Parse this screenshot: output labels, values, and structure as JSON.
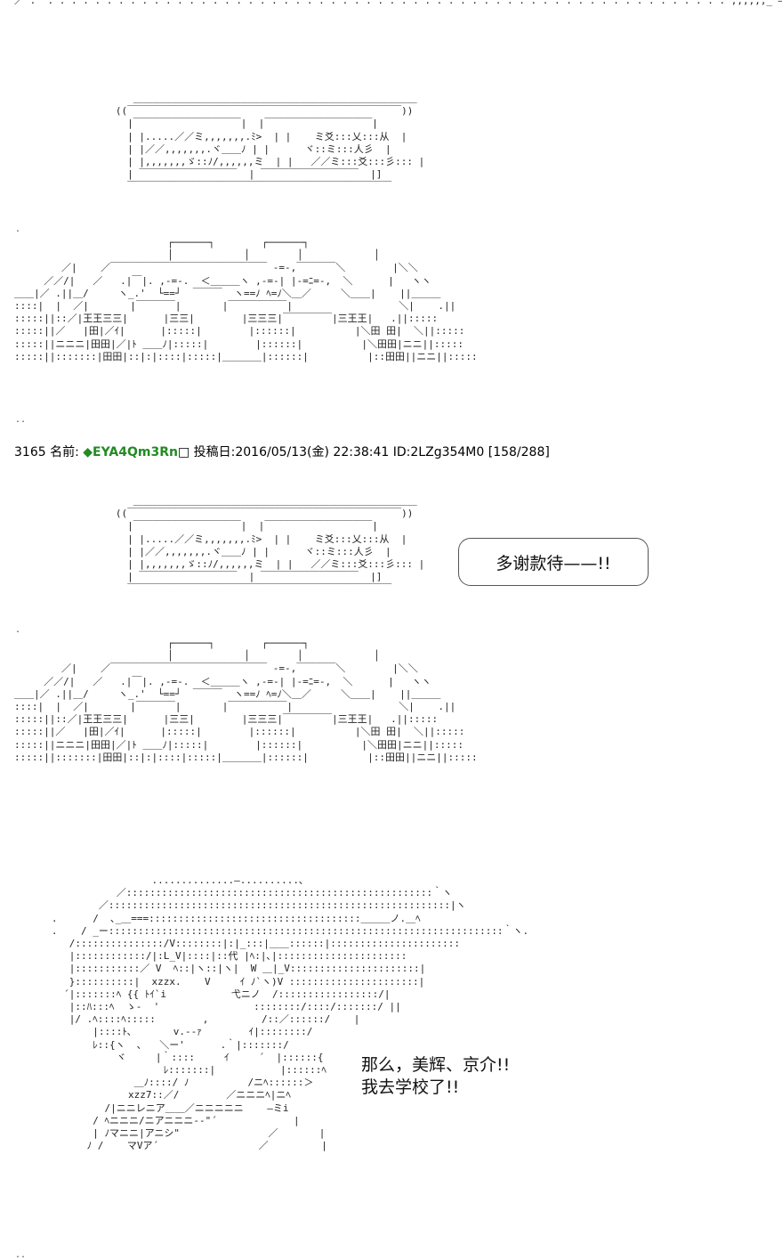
{
  "post": {
    "number": "3165",
    "name_label": "名前:",
    "trip": "◆EYA4Qm3Rn",
    "box": "□",
    "date_label": "投稿日:2016/05/13(金) 22:38:41",
    "id": "ID:2LZg354M0",
    "count": "[158/288]"
  },
  "bubble": {
    "text": "多谢款待——!!"
  },
  "speech": {
    "line1": "那么，美辉、京介!!",
    "line2": "我去学校了!!"
  },
  "top_fragment": "／ :  : : : : : : : : : : : : : : : : : : : : : : : : : : : : : : : : : : : : : : : : : : : : : : : : : : : : : : : : : : ,,,,,,_ ―",
  "aa_window": "      ＿＿＿＿＿＿＿＿＿＿＿＿＿＿＿＿＿＿＿＿＿＿＿＿＿＿＿＿＿\n   ((￣￣￣￣￣￣￣￣￣￣￣￣￣￣￣￣￣￣￣￣￣￣￣￣￣￣￣￣))\n     |￣￣￣￣￣￣￣￣￣￣￣|  |￣￣￣￣￣￣￣￣￣￣￣|\n     | |.....／／ミ,,,,,,,.ﾐ>  | |    ミ爻:::乂:::从  |\n     | |／／,,,,,,,.ヾ＿＿ﾉ | |      ヾ::ミ:::人彡  |\n     | |,,,,,,,ゞ::ﾉ/,,,,,,ミ  | |   ／／ミ:::爻:::彡::: |\n     | ￣￣￣￣￣￣￣￣￣￣  | ￣￣￣￣￣￣￣￣￣￣  |]\n     ￣￣￣￣￣￣￣￣￣￣￣￣￣￣￣￣￣￣￣￣￣￣￣￣￣￣￣",
  "aa_table": "                          ┌──────┐        ┌──────┐\n                          │            │        │            │\n        ／|    ／￣￣￣￣￣￣￣￣￣￣￣￣￣￣￣￣ -=-,￣￣￣￣＼        |＼＼\n     ／／/|   ／   .|￣|. ,-=-.  ＜＿＿＿ヽ ,-=-| |-=ﾆ=-,  ＼      |   ヽヽ\n＿＿|／ .||＿/     ヽ_.'  └==┘  ￣￣￣  ヽ==ﾉ ﾍ=ﾉ＼＿／     ＼＿＿|    ||＿＿＿\n::::|  |  ／|       |￣￣￣￣|       |￣￣￣￣￣￣|                  ＼|    .||\n:::::||::／|王王三三|      |三三|        |三三三|￣￣￣￣￣|三王王|   .||:::::\n:::::||／   |田|／ｲ|      |:::::|        |::::::|          |＼田 田|  ＼||:::::\n:::::||ニニニ|田田|／|ﾄ ＿＿ﾉ|:::::|        |::::::|          |＼田田|ニニ||:::::\n:::::||:::::::|田田|::|:|::::|:::::|＿＿＿＿|::::::|          |::田田||ニニ||:::::",
  "aa_girl": "                    ..............―..........､\n              ／::::::::::::::::::::::::::::::::::::::::::::::::::::｀ヽ\n           ／::::::::::::::::::::::::::::::::::::::::::::::::::::::::::|ヽ\n   .      /  ､_＿===::::::::::::::::::::::::::::::::::::＿＿＿ノ.＿ﾍ\n   .    / _ー:::::::::::::::::::::::::::::::::::::::::::::::::::::::::::::::::::｀ヽ.\n      /:::::::::::::::/V::::::::|:|_:::|＿＿::::::|::::::::::::::::::::::\n      |::::::::::::/|:L_V|::::|::代 |ﾍ:|､|::::::::::::::::::::::\n      |:::::::::::／ V  ﾍ::|ヽ::|ヽ|  W ＿|_V::::::::::::::::::::::|\n      }::::::::::|  xzzx.    V     ｲ ﾉ`ヽ)V ::::::::::::::::::::::|\n     ´|:::::::ﾍ {{ ﾄｲ`i           弋ニノ  /:::::::::::::::::/|\n      |::ﾊ:::ﾍ  ゝ-  '                ::::::::/::::/:::::::/ ||\n      |/ .ﾍ::::ﾍ:::::        ,         /::／::::::/    |\n          |::::ﾄ､       v.-‐ｧ        ｲ|::::::::/\n          ﾚ::{ヽ  ､   ＼ー'      .｀|:::::::/\n              ヾ     |｀::::     ｲ     ´  |::::::{\n                      ﾚ:::::::|           |::::::ﾍ\n                 ＿ﾉ::::/ ﾉ          /ニﾍ::::::＞\n                xzz7::／/        ／ニニニﾍ|ニﾍ\n            /|ニニレニア＿＿／ニニニニニ    ―ミi\n          / ﾍニニニ/ニアニニニ-‐\"´             |\n          | ﾉマニニ|アニシ\"               ／       |\n         ﾉ /    マVア´                 ／         |"
}
